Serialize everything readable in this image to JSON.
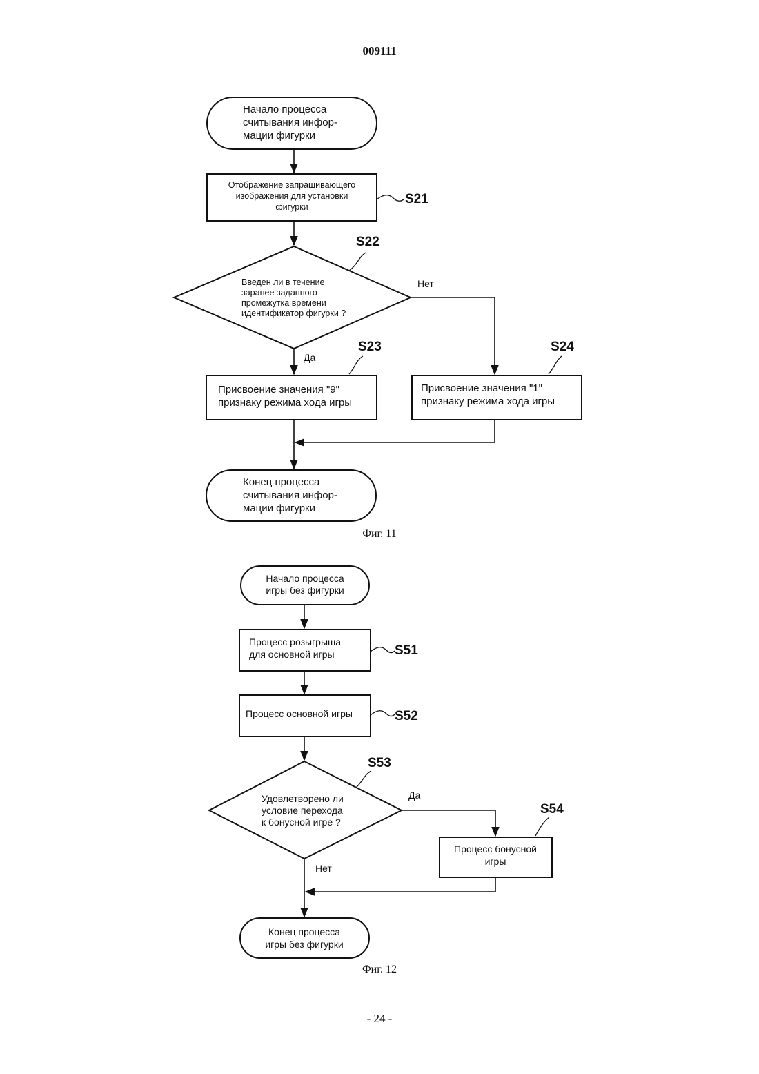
{
  "header": {
    "doc_number": "009111"
  },
  "fig11": {
    "caption": "Фиг. 11",
    "start": [
      "Начало процесса",
      "считывания инфор-",
      "мации фигурки"
    ],
    "s21": {
      "id": "S21",
      "text": [
        "Отображение запрашивающего",
        "изображения для установки",
        "фигурки"
      ]
    },
    "s22": {
      "id": "S22",
      "text": [
        "Введен ли в течение",
        "заранее заданного",
        "промежутка времени",
        "идентификатор фигурки ?"
      ],
      "yes": "Да",
      "no": "Нет"
    },
    "s23": {
      "id": "S23",
      "text": [
        "Присвоение значения \"9\"",
        "признаку режима хода игры"
      ]
    },
    "s24": {
      "id": "S24",
      "text": [
        "Присвоение значения \"1\"",
        "признаку режима хода игры"
      ]
    },
    "end": [
      "Конец процесса",
      "считывания инфор-",
      "мации фигурки"
    ]
  },
  "fig12": {
    "caption": "Фиг. 12",
    "start": [
      "Начало процесса",
      "игры без фигурки"
    ],
    "s51": {
      "id": "S51",
      "text": [
        "Процесс розыгрыша",
        "для основной игры"
      ]
    },
    "s52": {
      "id": "S52",
      "text": [
        "Процесс основной игры"
      ]
    },
    "s53": {
      "id": "S53",
      "text": [
        "Удовлетворено ли",
        "условие перехода",
        "к бонусной игре ?"
      ],
      "yes": "Да",
      "no": "Нет"
    },
    "s54": {
      "id": "S54",
      "text": [
        "Процесс бонусной",
        "игры"
      ]
    },
    "end": [
      "Конец  процесса",
      "игры без  фигурки"
    ]
  },
  "footer": {
    "page_number": "- 24 -"
  }
}
